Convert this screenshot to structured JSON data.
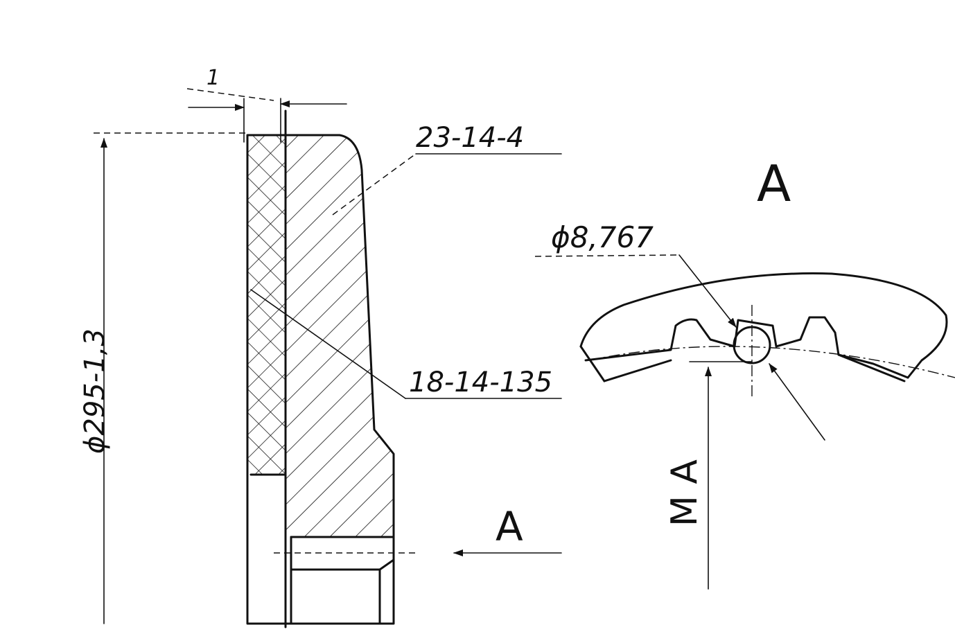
{
  "labels": {
    "gap": "1",
    "material_top": "23-14-4",
    "material_bottom": "18-14-135",
    "diameter_small": "ϕ8,767",
    "diameter_main": "ϕ295-1,3",
    "view_name": "A",
    "view_arrow": "A",
    "dim_m": "M A"
  }
}
